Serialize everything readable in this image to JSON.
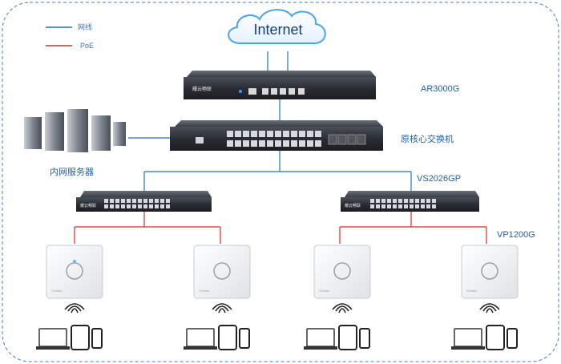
{
  "legend": {
    "items": [
      {
        "label": "网线",
        "color": "#1e6fd9"
      },
      {
        "label": "PoE",
        "color": "#e02a2a"
      }
    ]
  },
  "cloud": {
    "label": "Internet"
  },
  "router": {
    "model": "AR3000G",
    "brand": "耀云畅联"
  },
  "core_switch": {
    "label": "原核心交换机"
  },
  "servers": {
    "label": "内网服务器"
  },
  "poe_switches": {
    "model": "VS2026GP",
    "brand": "耀云畅联"
  },
  "access_points": {
    "model": "VP1200G",
    "brand": "Yunlian"
  },
  "colors": {
    "ethernet": "#1e6fd9",
    "poe": "#e02a2a",
    "border": "#3f7fd0",
    "device_dark": "#2b2f36",
    "label_blue": "#1c5fa8"
  }
}
